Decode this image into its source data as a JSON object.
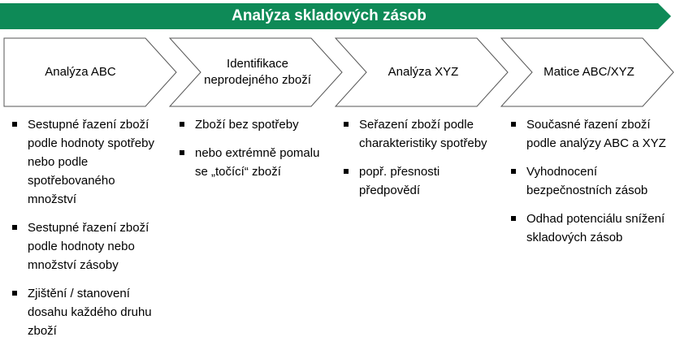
{
  "banner": {
    "title": "Analýza skladových zásob",
    "color": "#0e8a57"
  },
  "steps": [
    {
      "label": "Analýza ABC"
    },
    {
      "label": "Identifikace\nneprodejného zboží"
    },
    {
      "label": "Analýza XYZ"
    },
    {
      "label": "Matice ABC/XYZ"
    }
  ],
  "columns": [
    {
      "items": [
        "Sestupné řazení zboží podle hodnoty spotřeby nebo podle spotřebovaného množství",
        "Sestupné řazení zboží podle hodnoty nebo množství zásoby",
        "Zjištění / stanovení dosahu každého druhu zboží"
      ]
    },
    {
      "items": [
        "Zboží bez spotřeby",
        "nebo extrémně pomalu se „točící“ zboží"
      ]
    },
    {
      "items": [
        "Seřazení zboží podle charakteristiky spotřeby",
        "popř. přesnosti předpovědí"
      ]
    },
    {
      "items": [
        "Současné řazení zboží podle analýzy ABC a XYZ",
        "Vyhodnocení bezpečnostních zásob",
        "Odhad potenciálu snížení skladových zásob"
      ]
    }
  ]
}
